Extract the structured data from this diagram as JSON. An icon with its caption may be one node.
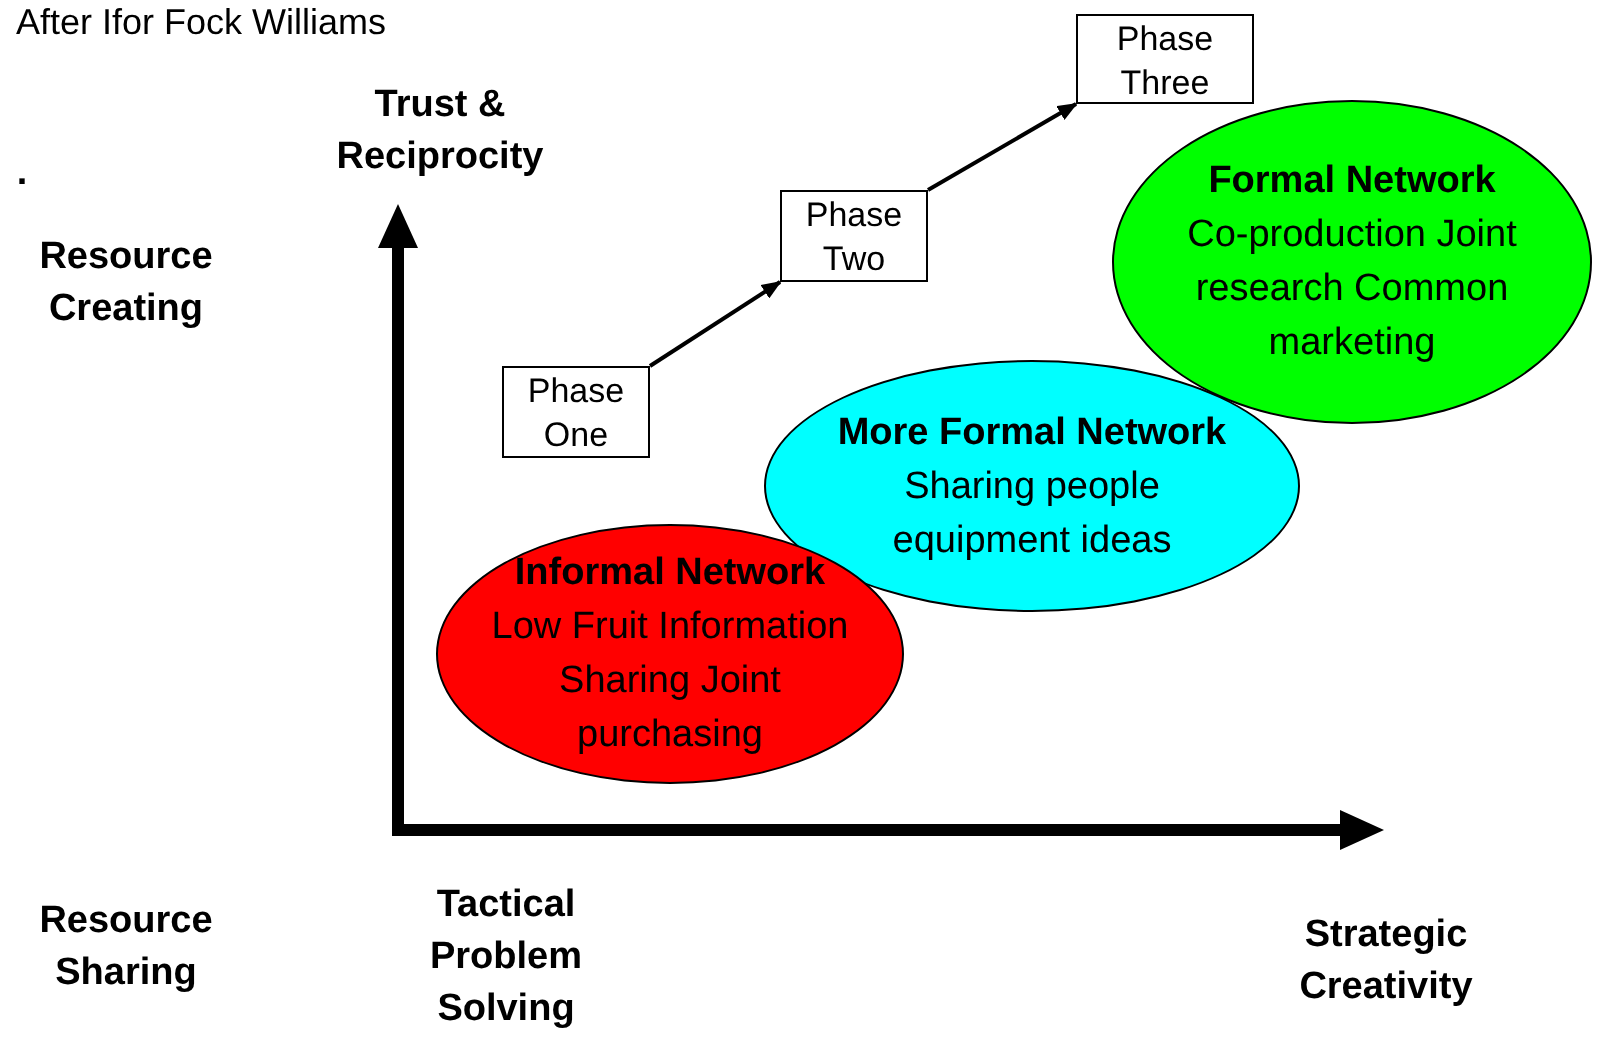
{
  "diagram": {
    "title": "After Ifor Fock Williams",
    "nodes": [
      {
        "text": [
          "Phase One"
        ]
      },
      {
        "text": [
          "Phase Two"
        ]
      },
      {
        "text": [
          "Phase Three"
        ]
      },
      {
        "text": [
          "Informal Network",
          "Low Fruit Information Sharing Joint purchasing"
        ]
      },
      {
        "text": [
          "More Formal Network",
          "Sharing people equipment ideas"
        ]
      },
      {
        "text": [
          "Formal Network",
          "Co-production Joint research Common marketing"
        ]
      }
    ],
    "edges": [
      {
        "from": 0,
        "to": 1,
        "arrow": "to"
      },
      {
        "from": 1,
        "to": 2,
        "arrow": "to"
      }
    ],
    "labels": [
      "Trust & Reciprocity",
      ".",
      "Resource Creating",
      "Resource Sharing",
      "Tactical Problem Solving",
      "Strategic Creativity"
    ]
  }
}
